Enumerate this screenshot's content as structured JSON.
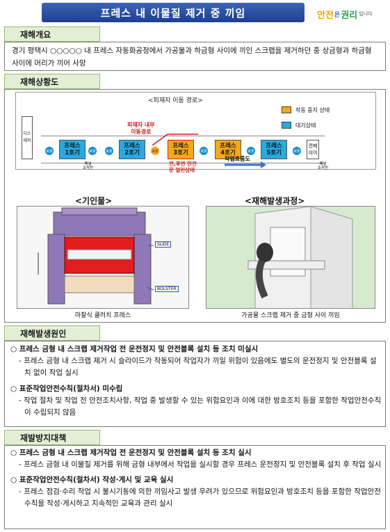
{
  "header": {
    "title": "프레스 내 이물질 제거 중 끼임",
    "brand_1": "안전",
    "brand_2": "은",
    "brand_3": "권리",
    "brand_4": "입니다"
  },
  "overview": {
    "label": "재해개요",
    "text": "경기 평택시 ○○○○○ 내 프레스 자동화공정에서 가공물과 하금형 사이에 끼인 스크랩을 제거하던 중 상금형과 하금형 사이에 머리가 끼어 사망"
  },
  "situation": {
    "label": "재해상황도",
    "flow_title": "<피재자 이동 경로>",
    "legend_stopped": "작동 중지 상태",
    "legend_standby": "대기상태",
    "disc_feeder": "디스\n태커",
    "press_1": "프레스\n1호기",
    "press_2": "프레스\n2호기",
    "press_3": "프레스\n3호기",
    "press_4": "프레스\n4호기",
    "press_5": "프레스\n5호기",
    "conveyor": "컨베\n이어",
    "robot": "로봇",
    "panel": "패널\n조작반",
    "route_note": "피재자 내부\n이동경로",
    "door_note": "전,후면 안전\n문 열린상태",
    "flow_dir": "작업흐름도",
    "cause_title": "<기인물>",
    "cause_caption": "마찰식 클러치 프레스",
    "slide_tag": "SLIDE",
    "bolster_tag": "BOLSTER",
    "process_title": "<재해발생과정>",
    "process_caption": "가공물 스크랩 제거 중 금형 사이 끼임"
  },
  "causes": {
    "label": "재해발생원인",
    "items": [
      {
        "title": "○ 프레스 금형 내 스크랩 제거작업 전 운전정지 및 안전블록 설치 등 조치 미실시",
        "detail": "- 프레스 금형 내 스크랩 제거 시 슬라이드가 작동되어 작업자가 끼일 위험이 있음에도 별도의 운전정지 및 안전블록 설치 없이 작업 실시"
      },
      {
        "title": "○ 표준작업안전수칙(절차서) 미수립",
        "detail": "- 작업 절차 및 작업 전 안전조치사항, 작업 중 발생할 수 있는 위험요인과 이에 대한 방호조치 등을 포함한 작업안전수칙이 수립되지 않음"
      }
    ]
  },
  "prevention": {
    "label": "재발방지대책",
    "items": [
      {
        "title": "○ 프레스 금형 내 스크랩 제거작업 전 운전정지 및 안전블록 설치 등 조치 실시",
        "detail": "- 프레스 금형 내 이물질 제거를 위해 금형 내부에서 작업을 실시할 경우 프레스 운전정지 및 안전블록 설치 후 작업 실시"
      },
      {
        "title": "○ 표준작업안전수칙(절차서) 작성·게시 및 교육 실시",
        "detail": "- 프레스 점검·수리 작업 시 불시기동에 의한 끼임사고 발생 우려가 있으므로 위험요인과 방호조치 등을 포함한 작업안전수칙을 작성·게시하고 지속적인 교육과 관리 실시"
      }
    ]
  },
  "colors": {
    "title_bg": "#2a4fa3",
    "section_bg": "#e3efd4",
    "standby": "#2aa9e0",
    "stopped": "#f5a81c"
  }
}
